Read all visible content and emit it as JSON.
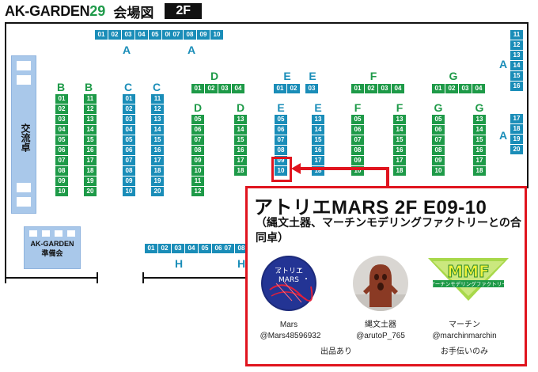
{
  "header": {
    "event_name": "AK-GARDEN",
    "event_number": "29",
    "map_label": "会場図",
    "floor": "2F"
  },
  "areas": {
    "koryu": "交流卓",
    "akgarden": "AK-GARDEN",
    "junbikai": "準備会"
  },
  "row_labels": {
    "A": "A",
    "B": "B",
    "C": "C",
    "D": "D",
    "E": "E",
    "F": "F",
    "G": "G",
    "H": "H"
  },
  "blocks": {
    "A_top_1": [
      "01",
      "02",
      "03",
      "04",
      "05",
      "06"
    ],
    "A_top_2": [
      "07",
      "08",
      "09",
      "10"
    ],
    "A_right_1": [
      "11",
      "12",
      "13",
      "14",
      "15",
      "16"
    ],
    "A_right_2": [
      "17",
      "18",
      "19",
      "20"
    ],
    "B1": [
      "01",
      "02",
      "03",
      "04",
      "05",
      "06",
      "07",
      "08",
      "09",
      "10"
    ],
    "B2": [
      "11",
      "12",
      "13",
      "14",
      "15",
      "16",
      "17",
      "18",
      "19",
      "20"
    ],
    "C1": [
      "01",
      "02",
      "03",
      "04",
      "05",
      "06",
      "07",
      "08",
      "09",
      "10"
    ],
    "C2": [
      "11",
      "12",
      "13",
      "14",
      "15",
      "16",
      "17",
      "18",
      "19",
      "20"
    ],
    "D_top": [
      "01",
      "02",
      "03",
      "04"
    ],
    "D1": [
      "05",
      "06",
      "07",
      "08",
      "09",
      "10",
      "11",
      "12"
    ],
    "D2": [
      "13",
      "14",
      "15",
      "16",
      "17",
      "18"
    ],
    "E_top": [
      "01",
      "02"
    ],
    "E_top2": [
      "03"
    ],
    "E1": [
      "05",
      "06",
      "07",
      "08",
      "09",
      "10"
    ],
    "E2": [
      "13",
      "14",
      "15",
      "16",
      "17",
      "18"
    ],
    "F_top": [
      "01",
      "02",
      "03",
      "04"
    ],
    "F1": [
      "05",
      "06",
      "07",
      "08",
      "09",
      "10"
    ],
    "F2": [
      "13",
      "14",
      "15",
      "16",
      "17",
      "18"
    ],
    "G_top": [
      "01",
      "02",
      "03",
      "04"
    ],
    "G1": [
      "05",
      "06",
      "07",
      "08",
      "09",
      "10"
    ],
    "G2": [
      "13",
      "14",
      "15",
      "16",
      "17",
      "18"
    ],
    "H1": [
      "01",
      "02",
      "03",
      "04",
      "05",
      "06"
    ],
    "H2": [
      "07",
      "08"
    ]
  },
  "panel": {
    "title": "アトリエMARS 2F E09-10",
    "subtitle": "（縄文土器、マーチンモデリングファクトリーとの合同卓）",
    "members": [
      {
        "name": "Mars",
        "handle": "@Mars48596932",
        "note": "出品あり",
        "logo_text": "アトリエ MARS"
      },
      {
        "name": "縄文土器",
        "handle": "@arutoP_765",
        "note": ""
      },
      {
        "name": "マーチン",
        "handle": "@marchinmarchin",
        "note": "お手伝いのみ",
        "logo_text": "MMF",
        "logo_sub": "マーチンモデリングファクトリー"
      }
    ]
  },
  "colors": {
    "green": "#1e9a48",
    "blue": "#1a8db8",
    "red": "#e0141e",
    "lightblue": "#a9c8ea"
  }
}
